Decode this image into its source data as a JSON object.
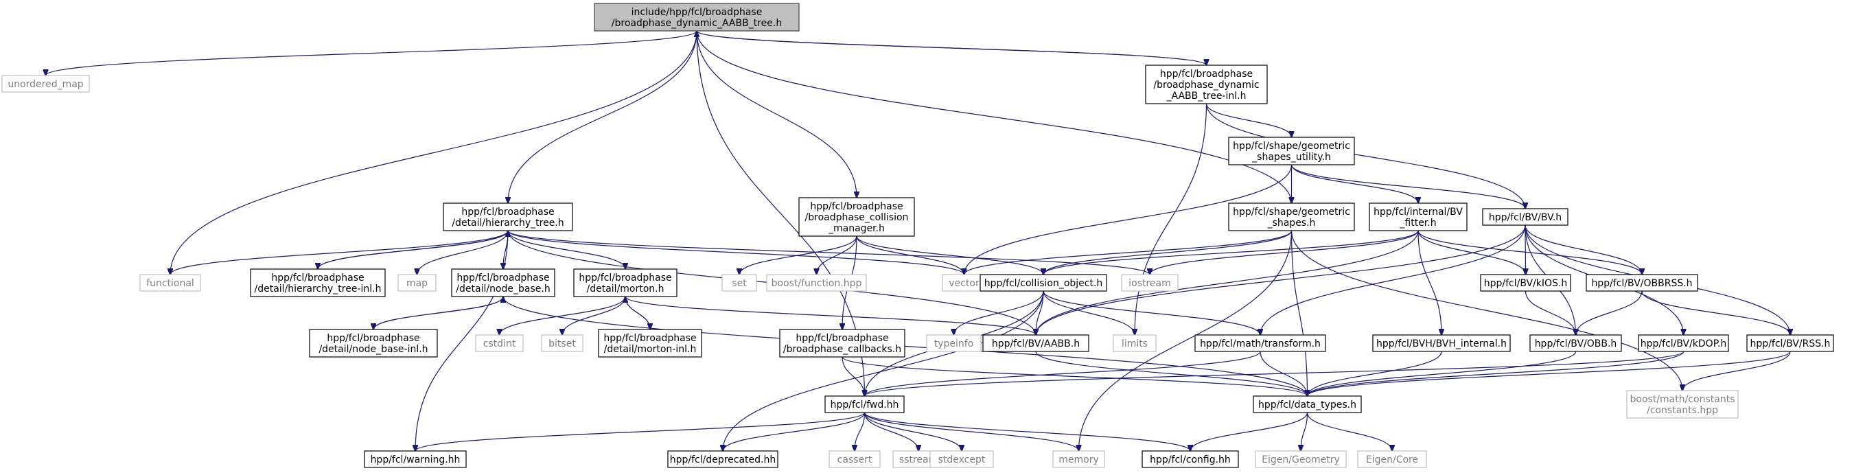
{
  "colors": {
    "edge": "#191970",
    "node_border": "#000000",
    "external_border": "#bfbfbf",
    "external_text": "#7f7f7f",
    "root_fill": "#bfbfbf"
  },
  "nodes": {
    "root": [
      "include/hpp/fcl/broadphase",
      "/broadphase_dynamic_AABB_tree.h"
    ],
    "unordered_map": [
      "unordered_map"
    ],
    "inl": [
      "hpp/fcl/broadphase",
      "/broadphase_dynamic",
      "_AABB_tree-inl.h"
    ],
    "geom_util": [
      "hpp/fcl/shape/geometric",
      "_shapes_utility.h"
    ],
    "hierarchy_tree": [
      "hpp/fcl/broadphase",
      "/detail/hierarchy_tree.h"
    ],
    "collision_manager": [
      "hpp/fcl/broadphase",
      "/broadphase_collision",
      "_manager.h"
    ],
    "geometric_shapes": [
      "hpp/fcl/shape/geometric",
      "_shapes.h"
    ],
    "bv_fitter": [
      "hpp/fcl/internal/BV",
      "_fitter.h"
    ],
    "bv_h": [
      "hpp/fcl/BV/BV.h"
    ],
    "functional": [
      "functional"
    ],
    "hierarchy_tree_inl": [
      "hpp/fcl/broadphase",
      "/detail/hierarchy_tree-inl.h"
    ],
    "map": [
      "map"
    ],
    "node_base": [
      "hpp/fcl/broadphase",
      "/detail/node_base.h"
    ],
    "morton": [
      "hpp/fcl/broadphase",
      "/detail/morton.h"
    ],
    "set": [
      "set"
    ],
    "boost_function": [
      "boost/function.hpp"
    ],
    "vector": [
      "vector"
    ],
    "collision_object": [
      "hpp/fcl/collision_object.h"
    ],
    "iostream": [
      "iostream"
    ],
    "kios": [
      "hpp/fcl/BV/kIOS.h"
    ],
    "obbrss": [
      "hpp/fcl/BV/OBBRSS.h"
    ],
    "node_base_inl": [
      "hpp/fcl/broadphase",
      "/detail/node_base-inl.h"
    ],
    "cstdint": [
      "cstdint"
    ],
    "bitset": [
      "bitset"
    ],
    "morton_inl": [
      "hpp/fcl/broadphase",
      "/detail/morton-inl.h"
    ],
    "callbacks": [
      "hpp/fcl/broadphase",
      "/broadphase_callbacks.h"
    ],
    "typeinfo": [
      "typeinfo"
    ],
    "aabb": [
      "hpp/fcl/BV/AABB.h"
    ],
    "limits": [
      "limits"
    ],
    "transform": [
      "hpp/fcl/math/transform.h"
    ],
    "bvh_internal": [
      "hpp/fcl/BVH/BVH_internal.h"
    ],
    "obb": [
      "hpp/fcl/BV/OBB.h"
    ],
    "kdop": [
      "hpp/fcl/BV/kDOP.h"
    ],
    "rss": [
      "hpp/fcl/BV/RSS.h"
    ],
    "fwd": [
      "hpp/fcl/fwd.hh"
    ],
    "data_types": [
      "hpp/fcl/data_types.h"
    ],
    "boost_constants": [
      "boost/math/constants",
      "/constants.hpp"
    ],
    "warning": [
      "hpp/fcl/warning.hh"
    ],
    "deprecated": [
      "hpp/fcl/deprecated.hh"
    ],
    "cassert": [
      "cassert"
    ],
    "sstream": [
      "sstream"
    ],
    "stdexcept": [
      "stdexcept"
    ],
    "memory": [
      "memory"
    ],
    "config": [
      "hpp/fcl/config.hh"
    ],
    "eigen_geometry": [
      "Eigen/Geometry"
    ],
    "eigen_core": [
      "Eigen/Core"
    ]
  },
  "edges": [
    [
      "root",
      "unordered_map"
    ],
    [
      "root",
      "inl"
    ],
    [
      "root",
      "functional"
    ],
    [
      "root",
      "hierarchy_tree"
    ],
    [
      "root",
      "collision_manager"
    ],
    [
      "root",
      "geometric_shapes"
    ],
    [
      "root",
      "fwd"
    ],
    [
      "inl",
      "root"
    ],
    [
      "inl",
      "geom_util"
    ],
    [
      "inl",
      "bv_h"
    ],
    [
      "inl",
      "limits"
    ],
    [
      "geom_util",
      "vector"
    ],
    [
      "geom_util",
      "geometric_shapes"
    ],
    [
      "geom_util",
      "bv_fitter"
    ],
    [
      "geom_util",
      "bv_h"
    ],
    [
      "hierarchy_tree",
      "functional"
    ],
    [
      "hierarchy_tree",
      "hierarchy_tree_inl"
    ],
    [
      "hierarchy_tree",
      "map"
    ],
    [
      "hierarchy_tree",
      "node_base"
    ],
    [
      "hierarchy_tree",
      "morton"
    ],
    [
      "hierarchy_tree",
      "vector"
    ],
    [
      "hierarchy_tree",
      "iostream"
    ],
    [
      "hierarchy_tree",
      "aabb"
    ],
    [
      "hierarchy_tree",
      "warning"
    ],
    [
      "hierarchy_tree_inl",
      "hierarchy_tree"
    ],
    [
      "node_base",
      "node_base_inl"
    ],
    [
      "node_base",
      "data_types"
    ],
    [
      "node_base_inl",
      "node_base"
    ],
    [
      "morton",
      "cstdint"
    ],
    [
      "morton",
      "bitset"
    ],
    [
      "morton",
      "morton_inl"
    ],
    [
      "morton",
      "aabb"
    ],
    [
      "morton_inl",
      "morton"
    ],
    [
      "collision_manager",
      "set"
    ],
    [
      "collision_manager",
      "boost_function"
    ],
    [
      "collision_manager",
      "vector"
    ],
    [
      "collision_manager",
      "collision_object"
    ],
    [
      "collision_manager",
      "callbacks"
    ],
    [
      "geometric_shapes",
      "vector"
    ],
    [
      "geometric_shapes",
      "collision_object"
    ],
    [
      "geometric_shapes",
      "memory"
    ],
    [
      "geometric_shapes",
      "data_types"
    ],
    [
      "geometric_shapes",
      "boost_constants"
    ],
    [
      "bv_fitter",
      "iostream"
    ],
    [
      "bv_fitter",
      "aabb"
    ],
    [
      "bv_fitter",
      "kios"
    ],
    [
      "bv_fitter",
      "obbrss"
    ],
    [
      "bv_fitter",
      "bvh_internal"
    ],
    [
      "bv_fitter",
      "collision_object"
    ],
    [
      "bv_h",
      "kios"
    ],
    [
      "bv_h",
      "obbrss"
    ],
    [
      "bv_h",
      "aabb"
    ],
    [
      "bv_h",
      "obb"
    ],
    [
      "bv_h",
      "kdop"
    ],
    [
      "bv_h",
      "rss"
    ],
    [
      "bv_h",
      "transform"
    ],
    [
      "collision_object",
      "typeinfo"
    ],
    [
      "collision_object",
      "aabb"
    ],
    [
      "collision_object",
      "limits"
    ],
    [
      "collision_object",
      "transform"
    ],
    [
      "collision_object",
      "fwd"
    ],
    [
      "collision_object",
      "deprecated"
    ],
    [
      "kios",
      "obb"
    ],
    [
      "obbrss",
      "obb"
    ],
    [
      "obbrss",
      "rss"
    ],
    [
      "callbacks",
      "fwd"
    ],
    [
      "callbacks",
      "data_types"
    ],
    [
      "aabb",
      "data_types"
    ],
    [
      "transform",
      "fwd"
    ],
    [
      "transform",
      "data_types"
    ],
    [
      "bvh_internal",
      "data_types"
    ],
    [
      "obb",
      "data_types"
    ],
    [
      "kdop",
      "data_types"
    ],
    [
      "kdop",
      "fwd"
    ],
    [
      "rss",
      "data_types"
    ],
    [
      "rss",
      "boost_constants"
    ],
    [
      "fwd",
      "warning"
    ],
    [
      "fwd",
      "deprecated"
    ],
    [
      "fwd",
      "cassert"
    ],
    [
      "fwd",
      "sstream"
    ],
    [
      "fwd",
      "stdexcept"
    ],
    [
      "fwd",
      "memory"
    ],
    [
      "fwd",
      "config"
    ],
    [
      "data_types",
      "config"
    ],
    [
      "data_types",
      "eigen_geometry"
    ],
    [
      "data_types",
      "eigen_core"
    ]
  ]
}
